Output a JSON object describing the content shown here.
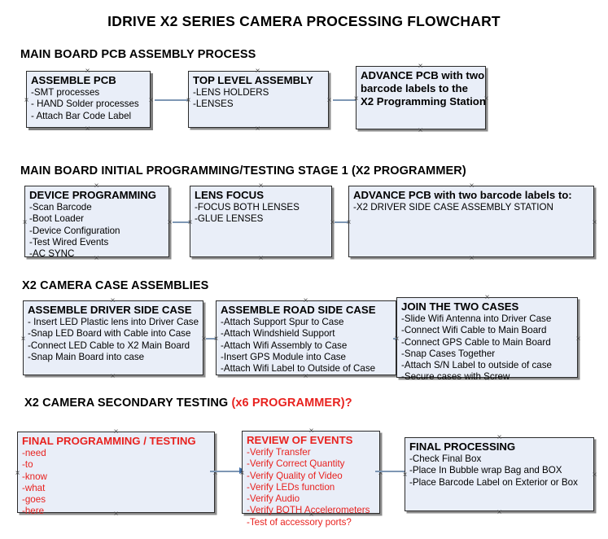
{
  "document": {
    "title": "IDRIVE X2  SERIES CAMERA PROCESSING FLOWCHART"
  },
  "sections": [
    {
      "heading": "MAIN BOARD PCB ASSEMBLY PROCESS",
      "heading_accent": "",
      "boxes": [
        {
          "title": "ASSEMBLE PCB",
          "lines": [
            "-SMT processes",
            "- HAND Solder processes",
            "- Attach Bar Code Label"
          ],
          "color": "black"
        },
        {
          "title": "TOP LEVEL ASSEMBLY",
          "lines": [
            "-LENS HOLDERS",
            "-LENSES"
          ],
          "color": "black"
        },
        {
          "title": "ADVANCE PCB with two",
          "lines": [
            "barcode labels to the",
            " X2 Programming Station"
          ],
          "color": "black"
        }
      ]
    },
    {
      "heading": "MAIN BOARD INITIAL PROGRAMMING/TESTING STAGE 1 (X2 PROGRAMMER)",
      "heading_accent": "",
      "boxes": [
        {
          "title": "DEVICE PROGRAMMING",
          "lines": [
            "-Scan Barcode",
            "-Boot Loader",
            "-Device Configuration",
            "-Test Wired Events",
            "-AC SYNC"
          ],
          "color": "black"
        },
        {
          "title": "LENS FOCUS",
          "lines": [
            "-FOCUS BOTH LENSES",
            "-GLUE LENSES"
          ],
          "color": "black"
        },
        {
          "title": "ADVANCE PCB with two barcode labels to:",
          "lines": [
            "-X2 DRIVER  SIDE  CASE  ASSEMBLY STATION"
          ],
          "color": "black"
        }
      ]
    },
    {
      "heading": "X2 CAMERA CASE ASSEMBLIES",
      "heading_accent": "",
      "boxes": [
        {
          "title": "ASSEMBLE DRIVER SIDE CASE",
          "lines": [
            "- Insert LED Plastic lens into Driver Case",
            "-Snap LED Board with Cable into Case",
            "-Connect LED Cable to X2 Main Board",
            "-Snap Main Board into case"
          ],
          "color": "black"
        },
        {
          "title": "ASSEMBLE ROAD SIDE CASE",
          "lines": [
            "-Attach Support Spur to Case",
            "-Attach Windshield Support",
            "-Attach Wifi Assembly to Case",
            "-Insert GPS Module into Case",
            "-Attach Wifi Label to Outside of Case"
          ],
          "color": "black"
        },
        {
          "title": "JOIN THE TWO CASES",
          "lines": [
            "-Slide Wifi Antenna into Driver Case",
            "-Connect Wifi Cable to Main Board",
            "-Connect GPS Cable to Main Board",
            "-Snap Cases Together",
            "-Attach S/N Label to outside of case",
            "-Secure cases with Screw"
          ],
          "color": "black"
        }
      ]
    },
    {
      "heading": "X2 CAMERA SECONDARY TESTING ",
      "heading_accent": "(x6 PROGRAMMER)?",
      "boxes": [
        {
          "title": "FINAL PROGRAMMING / TESTING",
          "lines": [
            "-need",
            "-to",
            "-know",
            "-what",
            "-goes",
            "-here"
          ],
          "color": "red"
        },
        {
          "title": "REVIEW OF EVENTS",
          "lines": [
            "-Verify Transfer",
            "-Verify Correct Quantity",
            "-Verify Quality of Video",
            "-Verify LEDs function",
            "-Verify Audio",
            "-Verify BOTH Accelerometers",
            "-Test of accessory ports?"
          ],
          "color": "red"
        },
        {
          "title": "FINAL PROCESSING",
          "lines": [
            " -Check Final Box",
            "-Place In Bubble wrap Bag and BOX",
            "-Place Barcode Label on Exterior or Box"
          ],
          "color": "black"
        }
      ]
    }
  ],
  "palette": {
    "box_fill": "#e9eef8",
    "box_border": "#2b2b2b",
    "arrow_line": "#7e97b4",
    "arrow_head": "#3f6ea8",
    "accent_red": "#e8221f",
    "text_black": "#000000"
  }
}
